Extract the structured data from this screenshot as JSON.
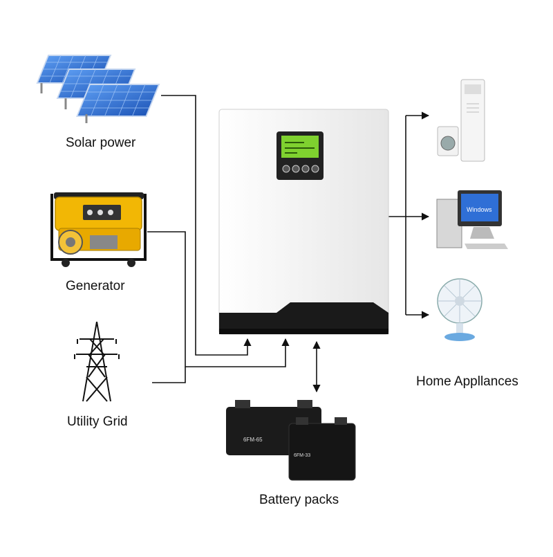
{
  "sources": [
    {
      "label": "Solar power"
    },
    {
      "label": "Generator"
    },
    {
      "label": "Utility Grid"
    }
  ],
  "storage": {
    "label": "Battery packs",
    "battery_markings": [
      "6FM-65",
      "6FM-33"
    ]
  },
  "loads": {
    "label": "Home Appllances",
    "monitor_text": "Windows"
  },
  "colors": {
    "line": "#111111",
    "inverter_body": "#f4f4f4",
    "inverter_base": "#1a1a1a",
    "lcd": "#7fd12f",
    "solar_panel": "#2f6fd6",
    "generator": "#f2b705"
  }
}
